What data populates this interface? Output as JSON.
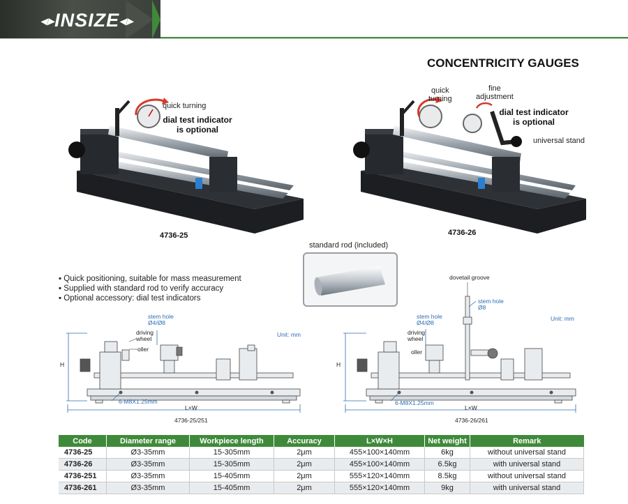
{
  "header": {
    "brand": "INSIZE"
  },
  "title": "CONCENTRICITY GAUGES",
  "product_left": {
    "code": "4736-25",
    "callouts": {
      "quick_turning": "quick turning",
      "optional": [
        "dial test indicator",
        "is optional"
      ]
    }
  },
  "product_right": {
    "code": "4736-26",
    "callouts": {
      "quick_turning": [
        "quick",
        "turning"
      ],
      "fine_adjustment": [
        "fine",
        "adjustment"
      ],
      "optional": [
        "dial test indicator",
        "is optional"
      ],
      "universal_stand": "universal stand"
    }
  },
  "standard_rod": {
    "caption": "standard rod (included)"
  },
  "features": [
    "Quick positioning, suitable for mass measurement",
    "Supplied with standard rod to verify accuracy",
    "Optional accessory: dial test indicators"
  ],
  "drawing_left": {
    "stem_hole": [
      "stem hole",
      "Ø4/Ø8"
    ],
    "driving_wheel": [
      "driving",
      "wheel"
    ],
    "roller": "oller",
    "unit": "Unit: mm",
    "height": "H",
    "thread": "6-M8X1.25mm",
    "lxw": "L×W",
    "caption": "4736-25/251"
  },
  "drawing_right": {
    "dovetail": "dovetail groove",
    "stem_hole_top": [
      "stem hole",
      "Ø8"
    ],
    "stem_hole": [
      "stem hole",
      "Ø4/Ø8"
    ],
    "driving_wheel": [
      "driving",
      "wheel"
    ],
    "roller": "oller",
    "unit": "Unit: mm",
    "height": "H",
    "thread": "6-M8X1.25mm",
    "lxw": "L×W",
    "caption": "4736-26/261"
  },
  "table": {
    "headers": [
      "Code",
      "Diameter range",
      "Workpiece length",
      "Accuracy",
      "L×W×H",
      "Net weight",
      "Remark"
    ],
    "rows": [
      [
        "4736-25",
        "Ø3-35mm",
        "15-305mm",
        "2μm",
        "455×100×140mm",
        "6kg",
        "without universal stand"
      ],
      [
        "4736-26",
        "Ø3-35mm",
        "15-305mm",
        "2μm",
        "455×100×140mm",
        "6.5kg",
        "with universal stand"
      ],
      [
        "4736-251",
        "Ø3-35mm",
        "15-405mm",
        "2μm",
        "555×120×140mm",
        "8.5kg",
        "without universal stand"
      ],
      [
        "4736-261",
        "Ø3-35mm",
        "15-405mm",
        "2μm",
        "555×120×140mm",
        "9kg",
        "with universal stand"
      ]
    ]
  },
  "colors": {
    "brand_green": "#3f8a3a",
    "header_dark": "#3a403a",
    "dim_blue": "#2f6db3"
  }
}
